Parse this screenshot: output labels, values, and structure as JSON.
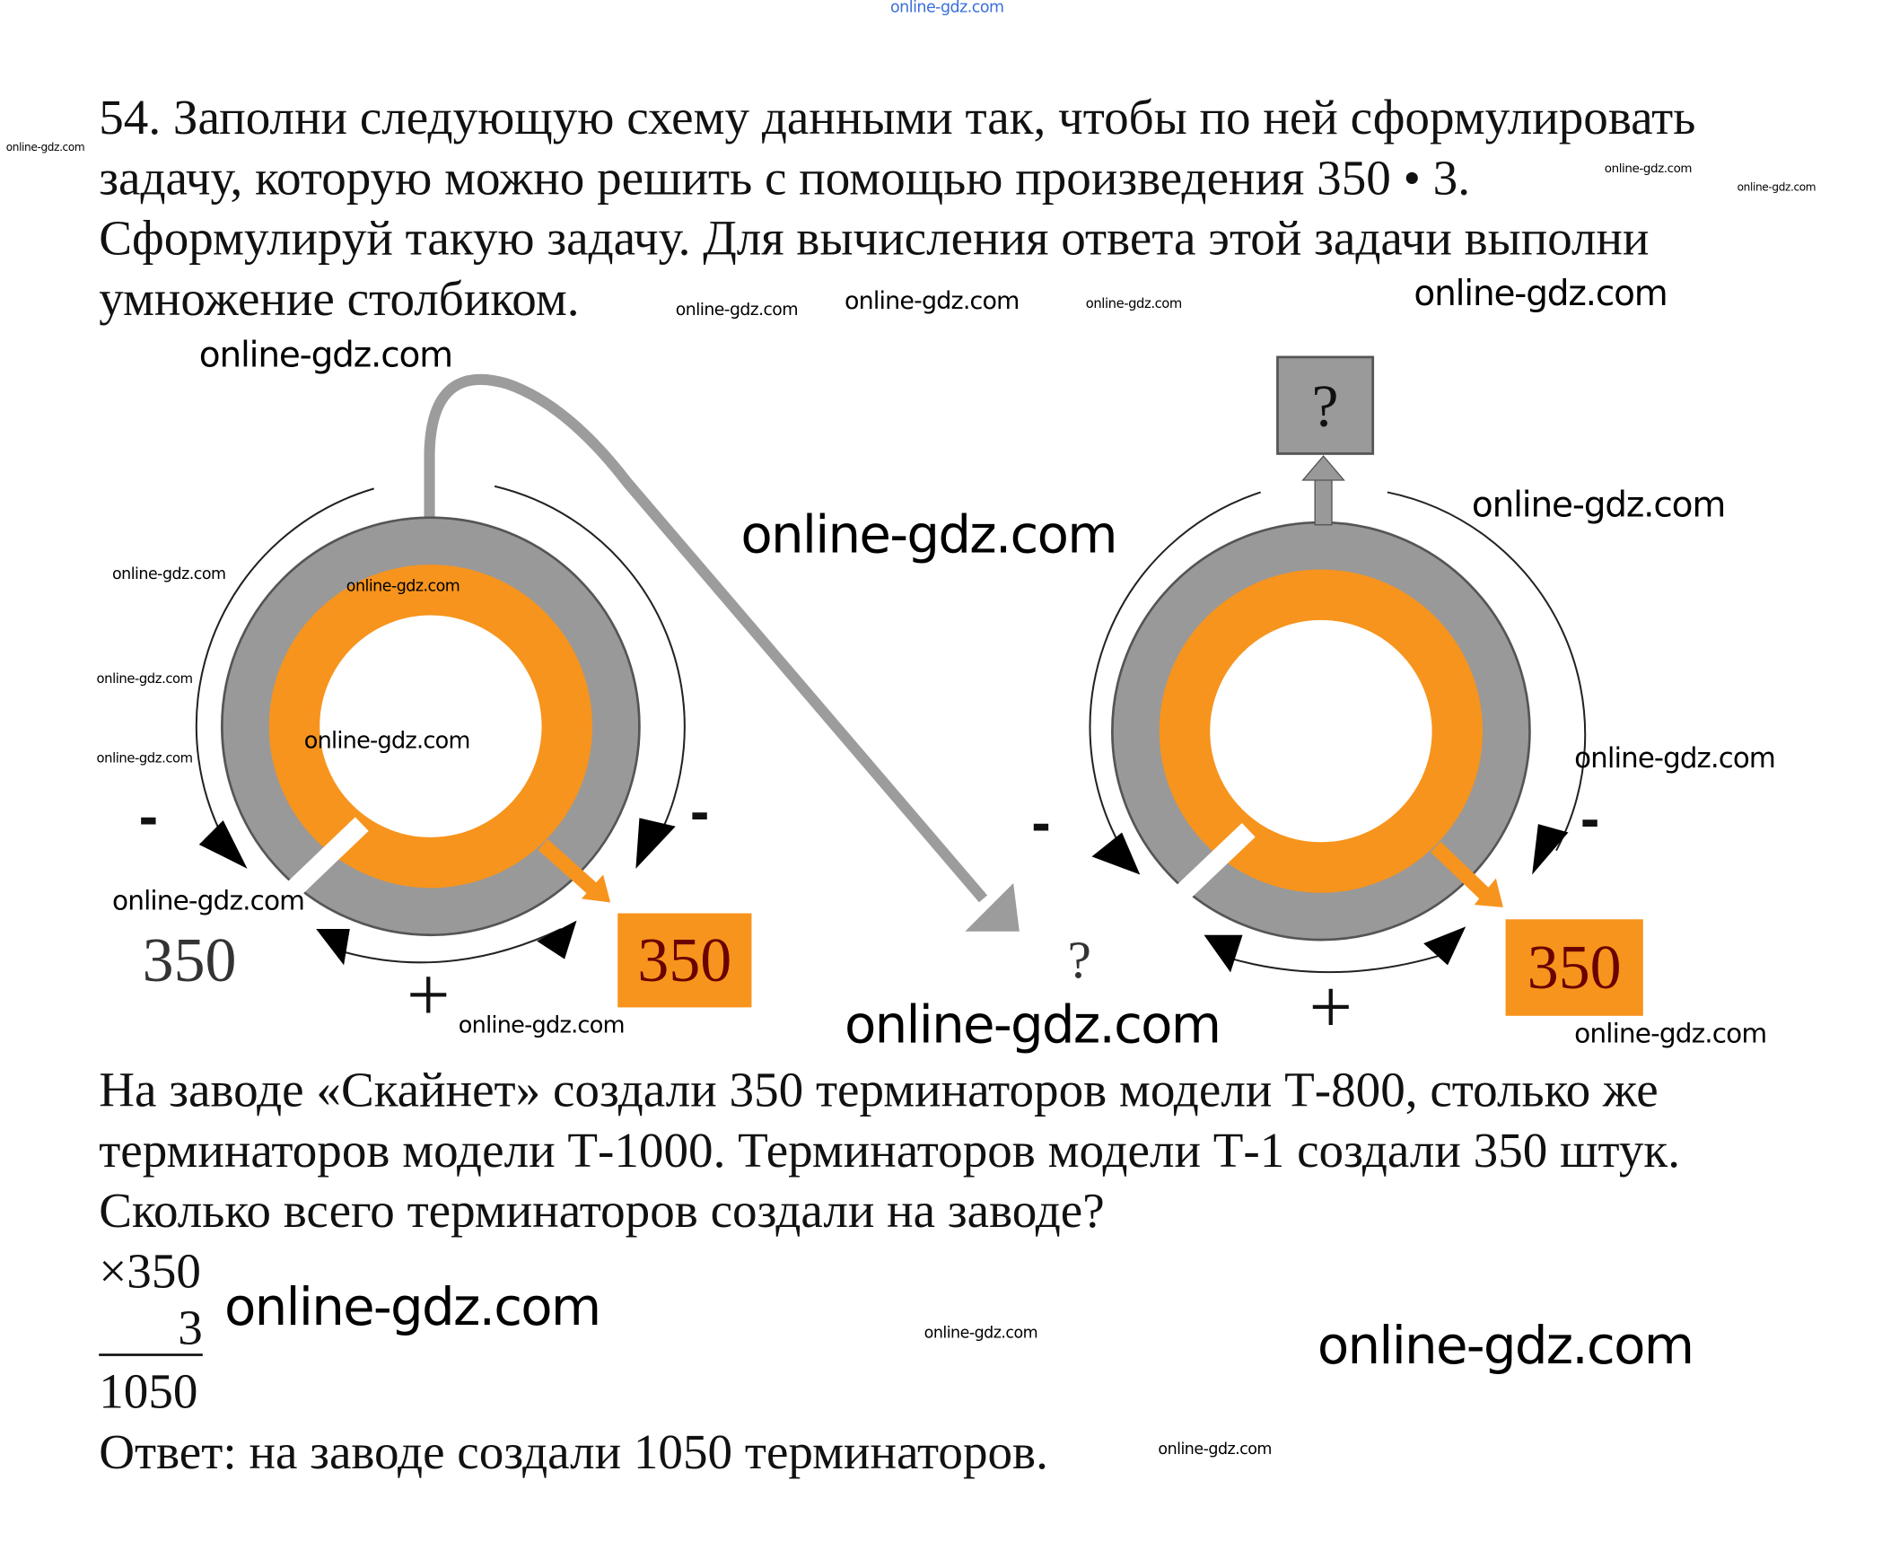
{
  "task": {
    "lines": [
      "54. Заполни следующую схему данными так, чтобы по ней сформулировать",
      "задачу, которую можно решить с помощью произведения 350 • 3.",
      "Сформулируй такую задачу. Для вычисления ответа этой задачи выполни",
      "умножение столбиком."
    ]
  },
  "diagram": {
    "left": {
      "given_value": "350",
      "box_value": "350",
      "minus": "-",
      "plus": "+"
    },
    "right": {
      "top_box": "?",
      "unknown_value": "?",
      "box_value": "350",
      "minus": "-",
      "plus": "+"
    },
    "colors": {
      "orange": "#f7941d",
      "gray": "#9a9a9a"
    }
  },
  "solution": {
    "problem_lines": [
      "На заводе «Скайнет» создали 350 терминаторов модели Т-800, столько же",
      "терминаторов модели Т-1000. Терминаторов модели Т-1 создали 350 штук.",
      "Сколько всего терминаторов создали на заводе?"
    ],
    "multiplicand": "×350",
    "multiplier": "3",
    "product": "1050",
    "answer": "Ответ: на заводе создали 1050 терминаторов."
  },
  "watermark": "online-gdz.com"
}
